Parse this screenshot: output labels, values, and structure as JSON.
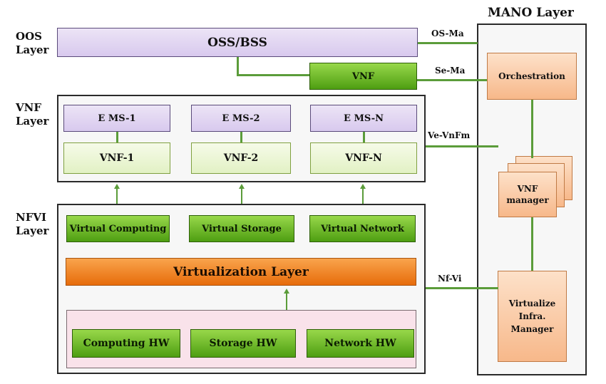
{
  "mano": {
    "title": "MANO Layer",
    "orchestration": "Orchestration",
    "vnf_manager": "VNF manager",
    "vim": "Virtualize Infra. Manager"
  },
  "layers": {
    "oss": "OOS Layer",
    "vnf": "VNF Layer",
    "nfvi": "NFVI Layer"
  },
  "oss_bss": "OSS/BSS",
  "vnf_top": "VNF",
  "interfaces": {
    "os_ma": "OS-Ma",
    "se_ma": "Se-Ma",
    "ve_vnfm": "Ve-VnFm",
    "nf_vi": "Nf-Vi"
  },
  "ems": [
    "E MS-1",
    "E MS-2",
    "E MS-N"
  ],
  "vnfs": [
    "VNF-1",
    "VNF-2",
    "VNF-N"
  ],
  "virtual": [
    "Virtual Computing",
    "Virtual Storage",
    "Virtual Network"
  ],
  "virtualization_layer": "Virtualization Layer",
  "hardware": [
    "Computing HW",
    "Storage HW",
    "Network HW"
  ],
  "colors": {
    "connector": "#5b9c3a",
    "green_box": "#6bbd22",
    "orange_bar": "#ee7a15",
    "purple_box": "#e3d7f2",
    "orange_box": "#f9c9a2"
  }
}
